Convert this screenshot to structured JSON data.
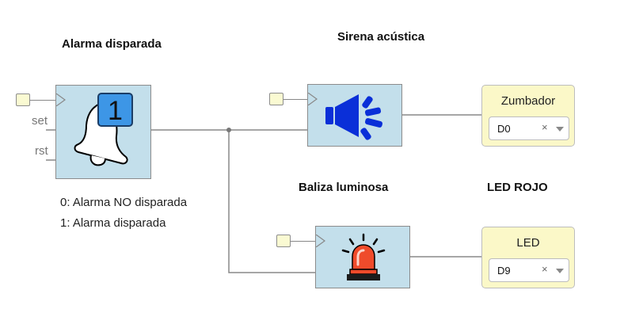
{
  "alarm": {
    "title": "Alarma disparada",
    "counter_value": "1",
    "pin_set": "set",
    "pin_rst": "rst",
    "legend": [
      "0: Alarma NO disparada",
      "1: Alarma disparada"
    ],
    "icon": "bell-icon"
  },
  "siren": {
    "title": "Sirena acústica",
    "icon": "speaker-icon"
  },
  "beacon": {
    "title": "Baliza luminosa",
    "icon": "siren-light-icon"
  },
  "buzzer": {
    "label": "Zumbador",
    "pin": "D0",
    "clear": "×"
  },
  "led": {
    "section_title": "LED ROJO",
    "label": "LED",
    "pin": "D9",
    "clear": "×"
  },
  "colors": {
    "block_fill": "#c3dfeb",
    "peripheral_fill": "#fbf8c8",
    "port_fill": "#fafad2",
    "wire": "#888888",
    "counter_fill": "#3d96e6",
    "speaker_blue": "#0a2fd8",
    "beacon_red": "#ef4b2b"
  }
}
